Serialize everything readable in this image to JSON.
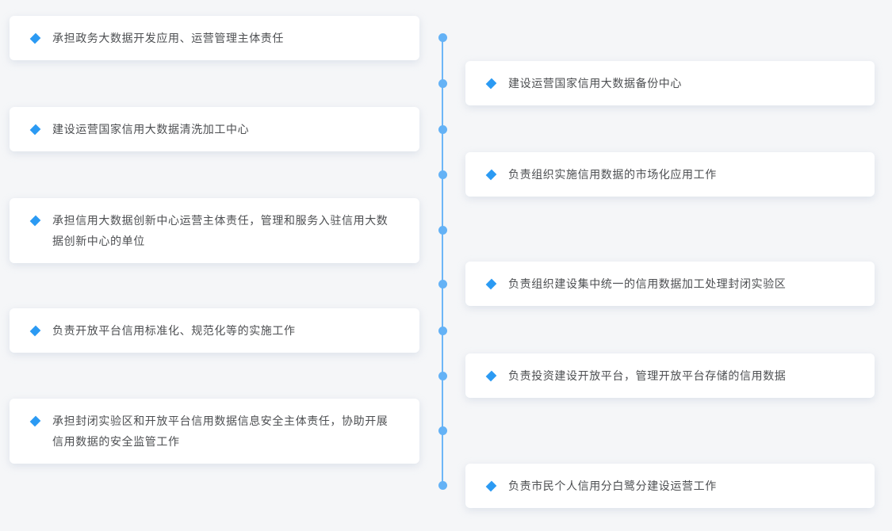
{
  "timeline": {
    "left_cards": [
      {
        "text": "承担政务大数据开发应用、运营管理主体责任"
      },
      {
        "text": "建设运营国家信用大数据清洗加工中心"
      },
      {
        "text": "承担信用大数据创新中心运营主体责任，管理和服务入驻信用大数据创新中心的单位"
      },
      {
        "text": "负责开放平台信用标准化、规范化等的实施工作"
      },
      {
        "text": "承担封闭实验区和开放平台信用数据信息安全主体责任，协助开展信用数据的安全监管工作"
      }
    ],
    "right_cards": [
      {
        "text": "建设运营国家信用大数据备份中心"
      },
      {
        "text": "负责组织实施信用数据的市场化应用工作"
      },
      {
        "text": "负责组织建设集中统一的信用数据加工处理封闭实验区"
      },
      {
        "text": "负责投资建设开放平台，管理开放平台存储的信用数据"
      },
      {
        "text": "负责市民个人信用分白鹭分建设运营工作"
      }
    ],
    "colors": {
      "accent_blue": "#2b9af3",
      "line_blue": "#6db6f7",
      "dot_blue": "#64b2f6",
      "card_bg": "#ffffff",
      "page_bg": "#f5f6f8",
      "text_color": "#4d4f52"
    }
  }
}
